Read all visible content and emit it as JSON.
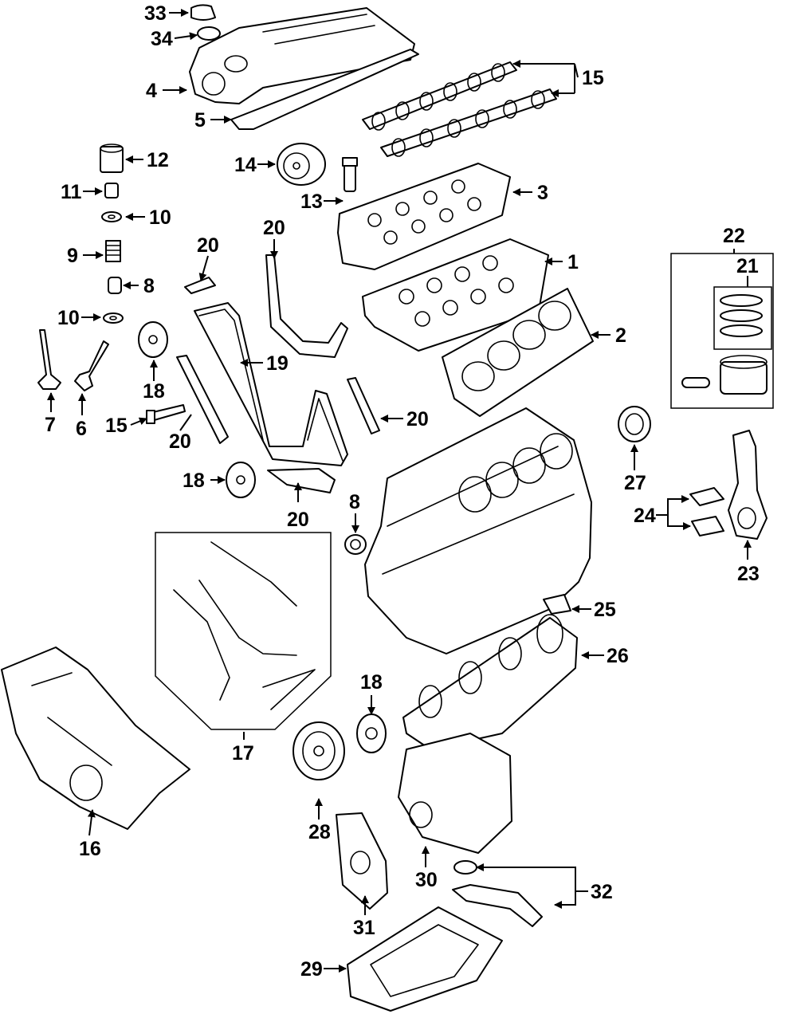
{
  "diagram": {
    "callouts": [
      "1",
      "2",
      "3",
      "4",
      "5",
      "6",
      "7",
      "8",
      "8",
      "9",
      "10",
      "10",
      "11",
      "12",
      "13",
      "14",
      "15",
      "15",
      "16",
      "17",
      "18",
      "18",
      "18",
      "19",
      "20",
      "20",
      "20",
      "20",
      "20",
      "21",
      "22",
      "23",
      "24",
      "25",
      "26",
      "27",
      "28",
      "29",
      "30",
      "31",
      "32",
      "33",
      "34"
    ]
  }
}
